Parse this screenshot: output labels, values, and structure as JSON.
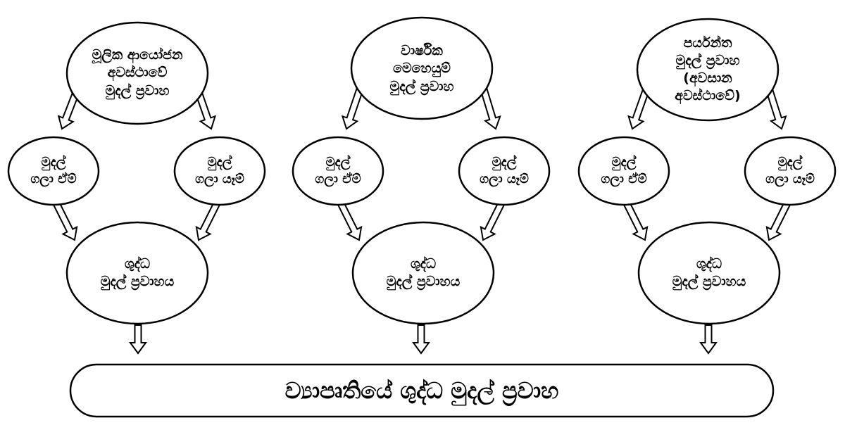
{
  "columns": [
    {
      "top": [
        "මූලික ආයෝජන",
        "අවස්ථාවේ",
        "මුදල් ප්‍රවාහ"
      ],
      "inflow": [
        "මුදල්",
        "ගලා ඒම්"
      ],
      "outflow": [
        "මුදල්",
        "ගලා යෑම්"
      ],
      "net": [
        "ශුද්ධ",
        "මුදල් ප්‍රවාහය"
      ]
    },
    {
      "top": [
        "වාර්ෂික",
        "මෙහෙයුම්",
        "මුදල් ප්‍රවාහ"
      ],
      "inflow": [
        "මුදල්",
        "ගලා ඒම්"
      ],
      "outflow": [
        "මුදල්",
        "ගලා යෑම්"
      ],
      "net": [
        "ශුද්ධ",
        "මුදල් ප්‍රවාහය"
      ]
    },
    {
      "top": [
        "පර්යන්ත",
        "මුදල් ප්‍රවාහ",
        "(අවසාන",
        "අවස්ථාවේ)"
      ],
      "inflow": [
        "මුදල්",
        "ගලා ඒම්"
      ],
      "outflow": [
        "මුදල්",
        "ගලා යෑම්"
      ],
      "net": [
        "ශුද්ධ",
        "මුදල් ප්‍රවාහය"
      ]
    }
  ],
  "final": "ව්‍යාපෘතියේ ශුද්ධ මුදල් ප්‍රවාහ"
}
